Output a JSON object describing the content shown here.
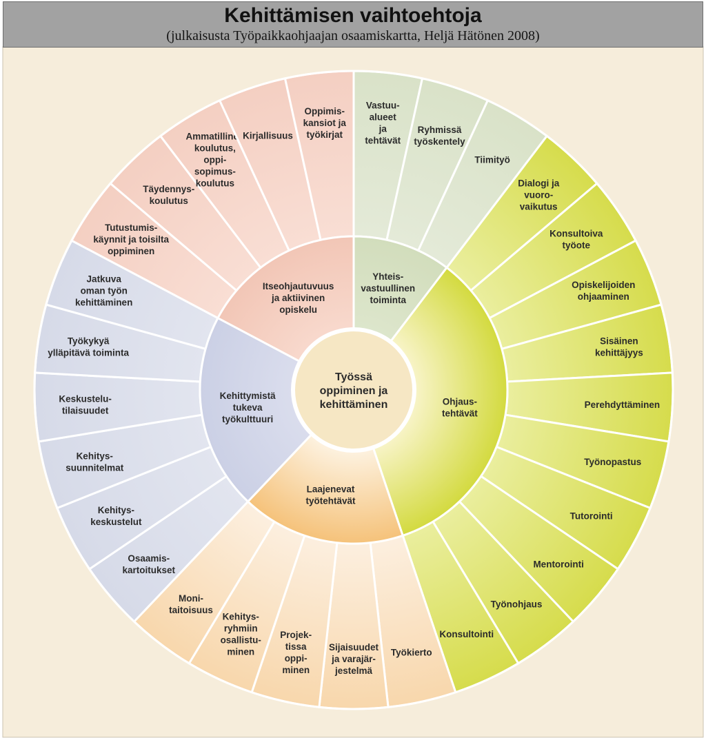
{
  "header": {
    "title": "Kehittämisen vaihtoehtoja",
    "subtitle": "(julkaisusta Työpaikkaohjaajan osaamiskartta, Heljä Hätönen 2008)"
  },
  "diagram": {
    "center_lines": [
      "Työssä",
      "oppiminen ja",
      "kehittäminen"
    ],
    "center_color": "#f6e7c4",
    "background_color": "#f6eddb",
    "groups": [
      {
        "label_lines": [
          "Yhteis-",
          "vastuullinen",
          "toiminta"
        ],
        "middle_color_inner": "#dde6cc",
        "middle_color": "#d2ddbc",
        "outer_color_inner": "#e4ead8",
        "outer_color": "#d9e2c8",
        "items": [
          {
            "lines": [
              "Vastuu-",
              "alueet",
              "ja",
              "tehtävät"
            ]
          },
          {
            "lines": [
              "Ryhmissä",
              "työskentely"
            ]
          },
          {
            "lines": [
              "Tiimityö"
            ]
          }
        ]
      },
      {
        "label_lines": [
          "Ohjaus-",
          "tehtävät"
        ],
        "middle_color_inner": "#f8f4c8",
        "middle_color": "#d3da3f",
        "outer_color_inner": "#eaee9e",
        "outer_color": "#d6dc4c",
        "items": [
          {
            "lines": [
              "Dialogi ja",
              "vuoro-",
              "vaikutus"
            ]
          },
          {
            "lines": [
              "Konsultoiva",
              "työote"
            ]
          },
          {
            "lines": [
              "Opiskelijoiden",
              "ohjaaminen"
            ]
          },
          {
            "lines": [
              "Sisäinen",
              "kehittäjyys"
            ]
          },
          {
            "lines": [
              "Perehdyttäminen"
            ]
          },
          {
            "lines": [
              "Työnopastus"
            ]
          },
          {
            "lines": [
              "Tutorointi"
            ]
          },
          {
            "lines": [
              "Mentorointi"
            ]
          },
          {
            "lines": [
              "Työnohjaus"
            ]
          },
          {
            "lines": [
              "Konsultointi"
            ]
          }
        ]
      },
      {
        "label_lines": [
          "Laajenevat",
          "työtehtävät"
        ],
        "middle_color_inner": "#fdf2e0",
        "middle_color": "#f5c27a",
        "outer_color_inner": "#fcefdf",
        "outer_color": "#f8d7ac",
        "items": [
          {
            "lines": [
              "Työkierto"
            ]
          },
          {
            "lines": [
              "Sijaisuudet",
              "ja varajär-",
              "jestelmä"
            ]
          },
          {
            "lines": [
              "Projek-",
              "tissa",
              "oppi-",
              "minen"
            ]
          },
          {
            "lines": [
              "Kehitys-",
              "ryhmiin",
              "osallistu-",
              "minen"
            ]
          },
          {
            "lines": [
              "Moni-",
              "taitoisuus"
            ]
          }
        ]
      },
      {
        "label_lines": [
          "Kehittymistä",
          "tukeva",
          "työkulttuuri"
        ],
        "middle_color_inner": "#dadded",
        "middle_color": "#cbd0e5",
        "outer_color_inner": "#e2e5ef",
        "outer_color": "#d6dae8",
        "items": [
          {
            "lines": [
              "Osaamis-",
              "kartoitukset"
            ]
          },
          {
            "lines": [
              "Kehitys-",
              "keskustelut"
            ]
          },
          {
            "lines": [
              "Kehitys-",
              "suunnitelmat"
            ]
          },
          {
            "lines": [
              "Keskustelu-",
              "tilaisuudet"
            ]
          },
          {
            "lines": [
              "Työkykyä",
              "ylläpitävä toiminta"
            ]
          },
          {
            "lines": [
              "Jatkuva",
              "oman työn",
              "kehittäminen"
            ]
          }
        ]
      },
      {
        "label_lines": [
          "Itseohjautuvuus",
          "ja aktiivinen",
          "opiskelu"
        ],
        "middle_color_inner": "#f8d9cd",
        "middle_color": "#f2c6b6",
        "outer_color_inner": "#f9ded4",
        "outer_color": "#f4cfc2",
        "items": [
          {
            "lines": [
              "Tutustumis-",
              "käynnit ja toisilta",
              "oppiminen"
            ]
          },
          {
            "lines": [
              "Täydennys-",
              "koulutus"
            ]
          },
          {
            "lines": [
              "Ammatillinen",
              "koulutus,",
              "oppi-",
              "sopimus-",
              "koulutus"
            ]
          },
          {
            "lines": [
              "Kirjallisuus"
            ]
          },
          {
            "lines": [
              "Oppimis-",
              "kansiot ja",
              "työkirjat"
            ]
          }
        ]
      }
    ]
  }
}
